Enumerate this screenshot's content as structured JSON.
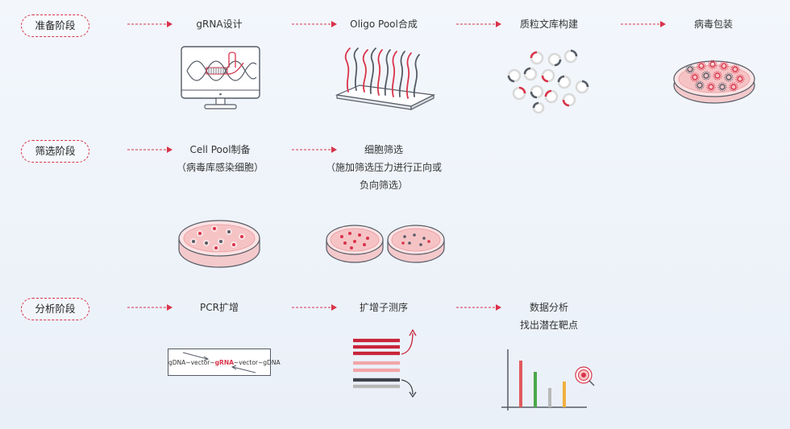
{
  "stages": {
    "prepare": "准备阶段",
    "screen": "筛选阶段",
    "analyze": "分析阶段"
  },
  "steps": {
    "grna": "gRNA设计",
    "oligo": "Oligo Pool合成",
    "plasmid": "质粒文库构建",
    "virus": "病毒包装",
    "cellpool": "Cell Pool制备",
    "cellpool_sub": "（病毒库感染细胞）",
    "screening": "细胞筛选",
    "screening_sub1": "（施加筛选压力进行正向或",
    "screening_sub2": "负向筛选）",
    "pcr": "PCR扩增",
    "sequencing": "扩增子测序",
    "dataanalysis": "数据分析",
    "dataanalysis_sub": "找出潜在靶点"
  },
  "pcr_construct": {
    "left": "gDNA",
    "sep": "~",
    "vector": "vector",
    "grna": "gRNA",
    "right": "gDNA"
  },
  "colors": {
    "accent": "#d9334a",
    "dark": "#555b66",
    "dish": "#f3b3b5",
    "bar_red": "#e05a5e",
    "bar_green": "#4aa84a",
    "bar_gray": "#b8b8b8",
    "bar_orange": "#f0b040"
  }
}
